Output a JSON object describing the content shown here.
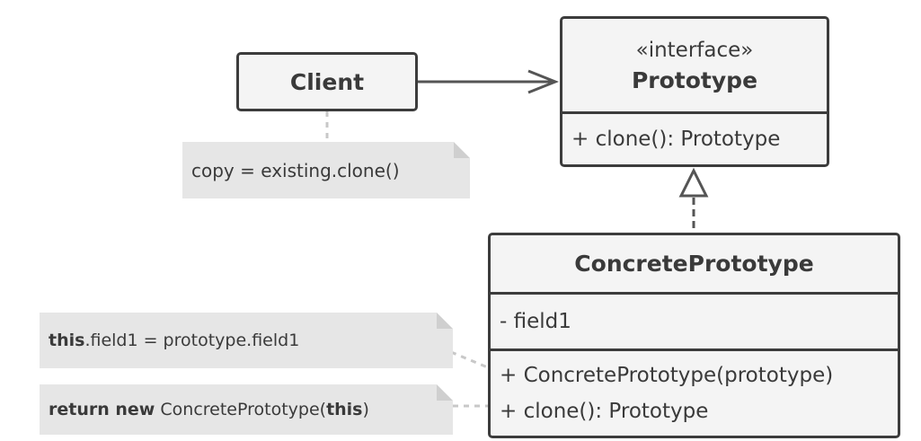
{
  "client": {
    "label": "Client"
  },
  "prototype_interface": {
    "stereotype": "«interface»",
    "name": "Prototype",
    "methods": [
      "+ clone(): Prototype"
    ]
  },
  "concrete_prototype": {
    "name": "ConcretePrototype",
    "fields": [
      "- field1"
    ],
    "methods": [
      "+ ConcretePrototype(prototype)",
      "+ clone(): Prototype"
    ]
  },
  "notes": {
    "client_note": "copy = existing.clone()",
    "constructor_note": {
      "keyword": "this",
      "rest": ".field1 = prototype.field1"
    },
    "clone_note": {
      "keyword": "return new",
      "middle": " ConcretePrototype(",
      "arg": "this",
      "close": ")"
    }
  },
  "colors": {
    "box_fill": "#f4f4f4",
    "border": "#3c3c3c",
    "note_fill": "#e6e6e6",
    "dotted": "#c8c8c8"
  }
}
